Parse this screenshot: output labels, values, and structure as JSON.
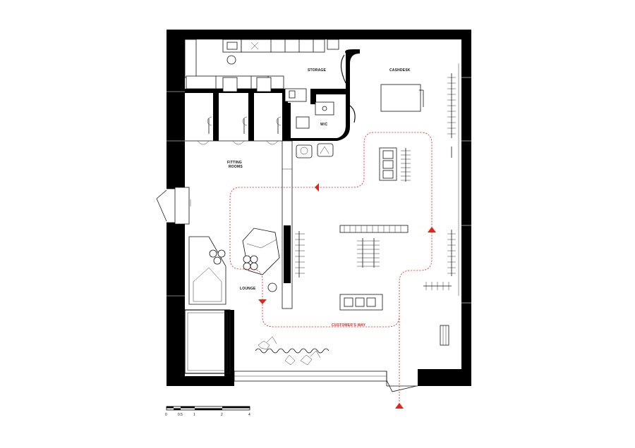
{
  "labels": {
    "storage": "STORAGE",
    "cashdesk": "CASHDESK",
    "wc": "W/C",
    "fitting_line1": "FITTING",
    "fitting_line2": "ROOMS",
    "lounge": "LOUNGE",
    "customers_way": "CUSTOMER'S WAY"
  },
  "scale_bar": {
    "ticks": [
      "0",
      "0.5",
      "1",
      "2",
      "4"
    ]
  },
  "colors": {
    "walls": "#000000",
    "lines": "#111111",
    "route": "#e1251b",
    "background": "#ffffff"
  }
}
